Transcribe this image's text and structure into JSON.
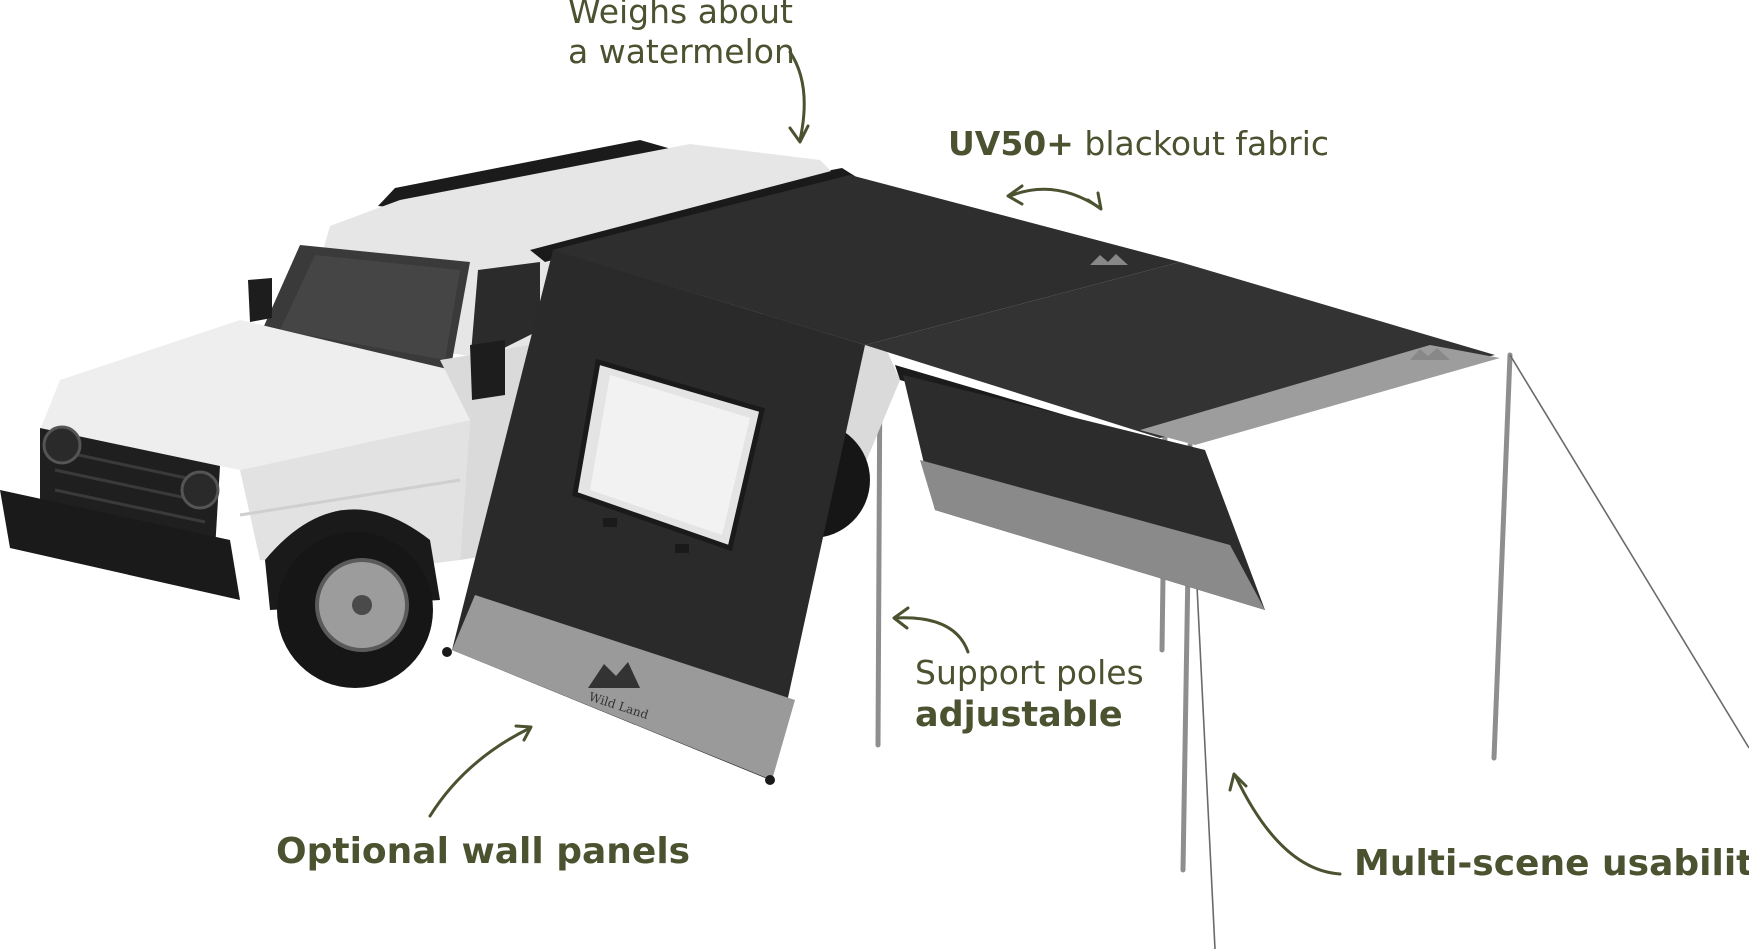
{
  "colors": {
    "text": "#4a5230",
    "arrow": "#4a5230",
    "canvas": "#ffffff",
    "fabric": "#2f2f2f",
    "fabric_dark": "#232323",
    "fabric_light_band": "#9a9a9a",
    "truck_body": "#e8e8e8",
    "truck_trim": "#1d1d1d",
    "pole": "#8f8f8f"
  },
  "icons": {
    "brand_logo": "mountain-logo-icon",
    "arrow_top": "curved-arrow-icon",
    "arrow_uv": "double-curved-arrow-icon",
    "arrow_panels": "curved-arrow-icon",
    "arrow_poles": "curved-arrow-icon",
    "arrow_scene": "curved-arrow-icon"
  },
  "annotations": {
    "weight": {
      "line1": "Weighs about",
      "line2": "a watermelon"
    },
    "uv": {
      "bold_part": "UV50+",
      "regular_part": "blackout fabric"
    },
    "poles": {
      "line1": "Support poles",
      "line2": "adjustable"
    },
    "panels": {
      "text": "Optional wall panels"
    },
    "scene": {
      "text": "Multi-scene usability"
    }
  },
  "brand": {
    "logo_text": "Wild Land"
  }
}
